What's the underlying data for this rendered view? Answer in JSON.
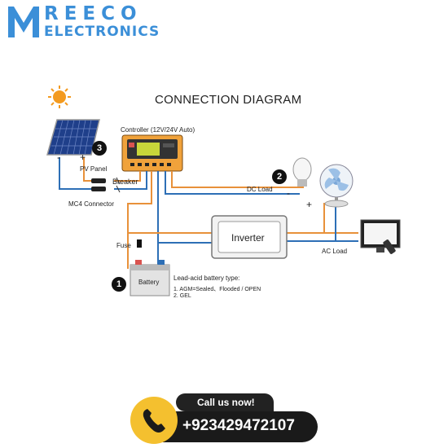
{
  "logo": {
    "letter": "M",
    "line1": "REECO",
    "line2": "ELECTRONICS",
    "color": "#3b8fd8"
  },
  "diagram": {
    "title": "CONNECTION DIAGRAM",
    "controller_label": "Controller (12V/24V Auto)",
    "pv_panel_label": "PV Panel",
    "breaker_label": "Breaker",
    "mc4_label": "MC4 Connector",
    "dc_load_label": "DC Load",
    "inverter_label": "Inverter",
    "ac_load_label": "AC Load",
    "fuse_label": "Fuse",
    "battery_label": "Battery",
    "battery_type_title": "Lead-acid battery type:",
    "battery_type_1": "1. AGM=Sealed、Flooded / OPEN",
    "battery_type_2": "2. GEL",
    "step1": "1",
    "step2": "2",
    "step3": "3",
    "plus": "+",
    "minus": "-",
    "wire_colors": {
      "positive": "#e8913a",
      "negative": "#2d6fb6"
    }
  },
  "contact": {
    "call_text": "Call us now!",
    "phone": "+923429472107",
    "accent": "#f4c02f"
  }
}
